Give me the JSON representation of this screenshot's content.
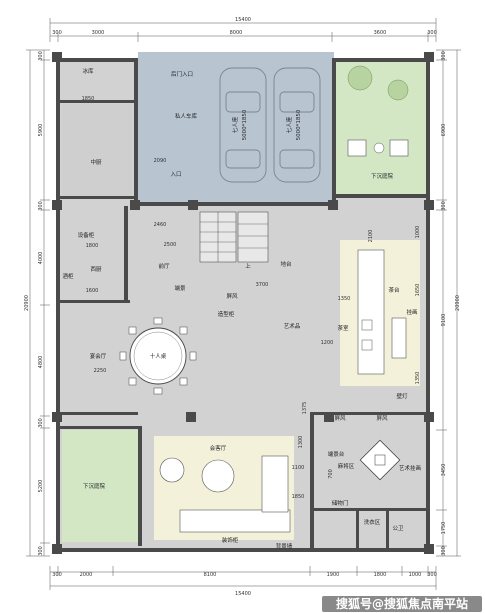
{
  "dimensions": {
    "top_total": "15400",
    "top_segments": [
      "300",
      "3000",
      "8000",
      "3600",
      "300"
    ],
    "bottom_total": "15400",
    "bottom_segments": [
      "300",
      "2000",
      "8100",
      "1900",
      "1800",
      "1000",
      "300"
    ],
    "left_segments": [
      "300",
      "5900",
      "300",
      "4000",
      "4800",
      "300",
      "5200",
      "300"
    ],
    "left_total": "20900",
    "right_segments": [
      "300",
      "6900",
      "300",
      "9100",
      "3450",
      "1750",
      "300"
    ],
    "right_total": "20900",
    "interior": {
      "d1850": "1850",
      "d2090": "2090",
      "d2460": "2460",
      "d2500": "2500",
      "d1800": "1800",
      "d1600": "1600",
      "d2250": "2250",
      "d3700": "3700",
      "d1350": "1350",
      "d1200": "1200",
      "d1375": "1375",
      "d1100": "1100",
      "d1850b": "1850",
      "d1300": "1300",
      "d700": "700",
      "d2100": "2100",
      "d1000": "1000",
      "d1650": "1650",
      "d1350b": "1350"
    }
  },
  "rooms": {
    "cold_storage": "冰库",
    "kitchen": "中厨",
    "equipment_cabinet": "设备柜",
    "western_kitchen": "西厨",
    "wine_cabinet": "酒柜",
    "banquet_hall": "宴会厅",
    "ten_seat": "十人桌",
    "sunken_garden_left": "下沉庭院",
    "private_garage": "私人车库",
    "garage_entrance": "后门入口",
    "car_seven_1": "七人座",
    "car_size_1": "5000*1850",
    "car_seven_2": "七人座",
    "car_size_2": "5000*1850",
    "entrance": "入口",
    "foyer": "前厅",
    "view": "端景",
    "screen_1": "屏风",
    "display_cabinet": "造型柜",
    "stage": "地台",
    "up": "上",
    "artwork": "艺术品",
    "sunken_garden_right": "下沉庭院",
    "tea_table": "茶台",
    "tea_room": "茶室",
    "painting": "挂画",
    "fireplace": "壁灯",
    "screen_2": "屏风",
    "screen_3": "屏风",
    "reception_hall": "会客厅",
    "side_cabinet": "端景台",
    "mahjong": "麻将区",
    "art_painting": "艺术挂画",
    "storage_door": "储物门",
    "laundry": "洗衣区",
    "toilet": "公卫",
    "decor_cabinet": "装饰柜",
    "view_wall": "背景墙"
  },
  "watermark": "搜狐号@搜狐焦点南平站",
  "colors": {
    "garage_fill": "#b9c4d1",
    "garden_fill": "#d3e7c4",
    "tea_fill": "#f4f1db",
    "reception_fill": "#f4f1db",
    "floor_fill": "#d2d2d2",
    "wall": "#4a4a4a"
  }
}
